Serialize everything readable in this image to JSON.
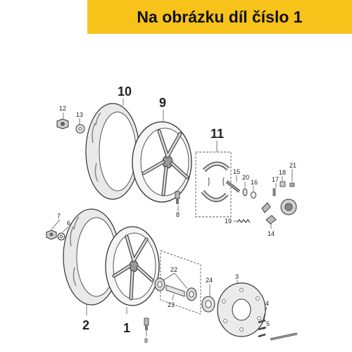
{
  "banner": {
    "title": "Na obrázku díl číslo 1",
    "bg_color": "#f7c21a"
  },
  "labels": {
    "l1": "1",
    "l2": "2",
    "l3": "3",
    "l4": "4",
    "l5": "5",
    "l6": "6",
    "l7": "7",
    "l8a": "8",
    "l8b": "8",
    "l9": "9",
    "l10": "10",
    "l11": "11",
    "l12": "12",
    "l13": "13",
    "l14": "14",
    "l15": "15",
    "l16": "16",
    "l17": "17",
    "l18": "18",
    "l19": "19",
    "l20": "20",
    "l21": "21",
    "l22": "22",
    "l23": "23",
    "l24": "24"
  }
}
